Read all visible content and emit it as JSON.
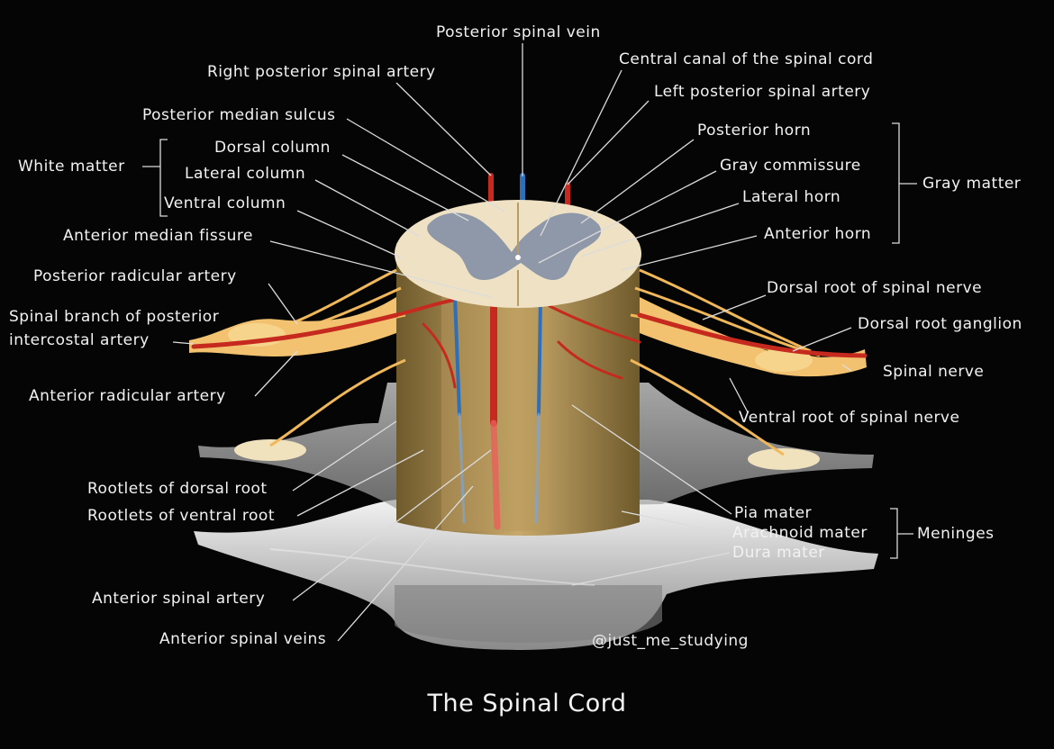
{
  "title": "The Spinal Cord",
  "credit": "@just_me_studying",
  "colors": {
    "background": "#050505",
    "gray_matter": "#8e98a8",
    "white_matter": "#efe2c4",
    "artery": "#c62a1e",
    "vein": "#2f6fb8",
    "nerve": "#f0b85a",
    "dura": "#d8d8d8"
  },
  "labels": {
    "posterior_spinal_vein": "Posterior spinal vein",
    "central_canal": "Central canal of the spinal cord",
    "right_posterior_spinal_artery": "Right posterior spinal artery",
    "left_posterior_spinal_artery": "Left posterior spinal artery",
    "posterior_median_sulcus": "Posterior median sulcus",
    "posterior_horn": "Posterior horn",
    "dorsal_column": "Dorsal column",
    "gray_commissure": "Gray commissure",
    "white_matter": "White matter",
    "lateral_column": "Lateral column",
    "gray_matter": "Gray matter",
    "ventral_column": "Ventral column",
    "lateral_horn": "Lateral horn",
    "anterior_median_fissure": "Anterior median fissure",
    "anterior_horn": "Anterior horn",
    "posterior_radicular_artery": "Posterior radicular artery",
    "dorsal_root_spinal_nerve": "Dorsal root of spinal nerve",
    "spinal_branch_line1": "Spinal branch of posterior",
    "spinal_branch_line2": "intercostal artery",
    "dorsal_root_ganglion": "Dorsal root ganglion",
    "spinal_nerve": "Spinal nerve",
    "anterior_radicular_artery": "Anterior radicular artery",
    "ventral_root_spinal_nerve": "Ventral root of spinal nerve",
    "rootlets_dorsal": "Rootlets of dorsal root",
    "rootlets_ventral": "Rootlets of ventral root",
    "pia_mater": "Pia mater",
    "arachnoid_mater": "Arachnoid mater",
    "meninges": "Meninges",
    "dura_mater": "Dura mater",
    "anterior_spinal_artery": "Anterior spinal artery",
    "anterior_spinal_veins": "Anterior spinal veins"
  }
}
